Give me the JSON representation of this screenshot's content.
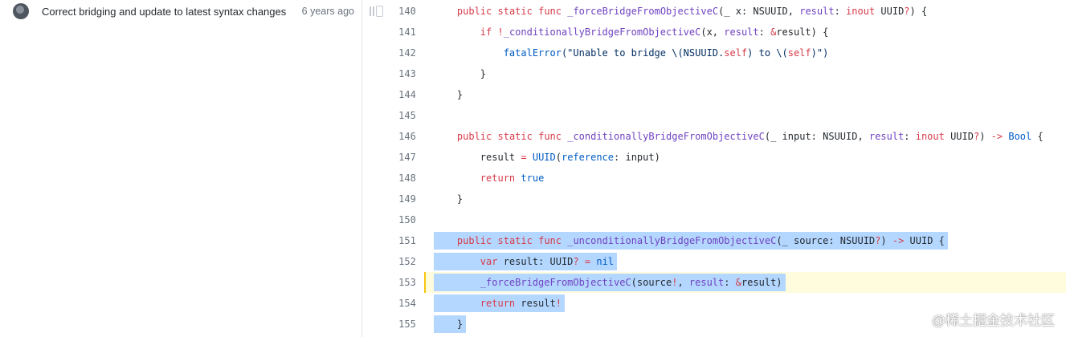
{
  "commit": {
    "message": "Correct bridging and update to latest syntax changes",
    "age": "6 years ago"
  },
  "lines": [
    {
      "num": "140",
      "segs": [
        {
          "t": "    "
        },
        {
          "t": "public",
          "c": "k"
        },
        {
          "t": " "
        },
        {
          "t": "static",
          "c": "k"
        },
        {
          "t": " "
        },
        {
          "t": "func",
          "c": "k"
        },
        {
          "t": " "
        },
        {
          "t": "_forceBridgeFromObjectiveC",
          "c": "f"
        },
        {
          "t": "(_ x: NSUUID, "
        },
        {
          "t": "result",
          "c": "f"
        },
        {
          "t": ": "
        },
        {
          "t": "inout",
          "c": "k"
        },
        {
          "t": " UUID"
        },
        {
          "t": "?",
          "c": "k"
        },
        {
          "t": ") {"
        }
      ]
    },
    {
      "num": "141",
      "segs": [
        {
          "t": "        "
        },
        {
          "t": "if",
          "c": "k"
        },
        {
          "t": " "
        },
        {
          "t": "!",
          "c": "k"
        },
        {
          "t": "_conditionallyBridgeFromObjectiveC",
          "c": "f"
        },
        {
          "t": "(x, "
        },
        {
          "t": "result",
          "c": "f"
        },
        {
          "t": ": "
        },
        {
          "t": "&",
          "c": "k"
        },
        {
          "t": "result) {"
        }
      ]
    },
    {
      "num": "142",
      "segs": [
        {
          "t": "            "
        },
        {
          "t": "fatalError",
          "c": "c"
        },
        {
          "t": "(\"Unable to bridge \\(NSUUID.",
          "c": "s"
        },
        {
          "t": "self",
          "c": "k"
        },
        {
          "t": ") to \\(",
          "c": "s"
        },
        {
          "t": "self",
          "c": "k"
        },
        {
          "t": ")\")",
          "c": "s"
        }
      ]
    },
    {
      "num": "143",
      "segs": [
        {
          "t": "        }"
        }
      ]
    },
    {
      "num": "144",
      "segs": [
        {
          "t": "    }"
        }
      ]
    },
    {
      "num": "145",
      "segs": []
    },
    {
      "num": "146",
      "segs": [
        {
          "t": "    "
        },
        {
          "t": "public",
          "c": "k"
        },
        {
          "t": " "
        },
        {
          "t": "static",
          "c": "k"
        },
        {
          "t": " "
        },
        {
          "t": "func",
          "c": "k"
        },
        {
          "t": " "
        },
        {
          "t": "_conditionallyBridgeFromObjectiveC",
          "c": "f"
        },
        {
          "t": "(_ input: NSUUID, "
        },
        {
          "t": "result",
          "c": "f"
        },
        {
          "t": ": "
        },
        {
          "t": "inout",
          "c": "k"
        },
        {
          "t": " UUID"
        },
        {
          "t": "?",
          "c": "k"
        },
        {
          "t": ") "
        },
        {
          "t": "->",
          "c": "k"
        },
        {
          "t": " "
        },
        {
          "t": "Bool",
          "c": "c"
        },
        {
          "t": " {"
        }
      ]
    },
    {
      "num": "147",
      "segs": [
        {
          "t": "        result "
        },
        {
          "t": "=",
          "c": "k"
        },
        {
          "t": " "
        },
        {
          "t": "UUID",
          "c": "c"
        },
        {
          "t": "("
        },
        {
          "t": "reference",
          "c": "c"
        },
        {
          "t": ": input)"
        }
      ]
    },
    {
      "num": "148",
      "segs": [
        {
          "t": "        "
        },
        {
          "t": "return",
          "c": "k"
        },
        {
          "t": " "
        },
        {
          "t": "true",
          "c": "c"
        }
      ]
    },
    {
      "num": "149",
      "segs": [
        {
          "t": "    }"
        }
      ]
    },
    {
      "num": "150",
      "segs": []
    },
    {
      "num": "151",
      "sel": true,
      "segs": [
        {
          "t": "    "
        },
        {
          "t": "public",
          "c": "k"
        },
        {
          "t": " "
        },
        {
          "t": "static",
          "c": "k"
        },
        {
          "t": " "
        },
        {
          "t": "func",
          "c": "k"
        },
        {
          "t": " "
        },
        {
          "t": "_unconditionallyBridgeFromObjectiveC",
          "c": "f"
        },
        {
          "t": "(_ source: NSUUID"
        },
        {
          "t": "?",
          "c": "k"
        },
        {
          "t": ") "
        },
        {
          "t": "->",
          "c": "k"
        },
        {
          "t": " UUID {"
        }
      ]
    },
    {
      "num": "152",
      "sel": true,
      "segs": [
        {
          "t": "        "
        },
        {
          "t": "var",
          "c": "k"
        },
        {
          "t": " result: UUID"
        },
        {
          "t": "?",
          "c": "k"
        },
        {
          "t": " "
        },
        {
          "t": "=",
          "c": "k"
        },
        {
          "t": " "
        },
        {
          "t": "nil",
          "c": "c"
        }
      ]
    },
    {
      "num": "153",
      "sel": true,
      "hl": true,
      "segs": [
        {
          "t": "        "
        },
        {
          "t": "_forceBridgeFromObjectiveC",
          "c": "f"
        },
        {
          "t": "(source"
        },
        {
          "t": "!",
          "c": "k"
        },
        {
          "t": ", "
        },
        {
          "t": "result",
          "c": "f"
        },
        {
          "t": ": "
        },
        {
          "t": "&",
          "c": "k"
        },
        {
          "t": "result)"
        }
      ]
    },
    {
      "num": "154",
      "sel": true,
      "segs": [
        {
          "t": "        "
        },
        {
          "t": "return",
          "c": "k"
        },
        {
          "t": " result"
        },
        {
          "t": "!",
          "c": "k"
        }
      ]
    },
    {
      "num": "155",
      "sel": true,
      "segs": [
        {
          "t": "    }"
        }
      ]
    }
  ],
  "watermark": "@稀土掘金技术社区"
}
